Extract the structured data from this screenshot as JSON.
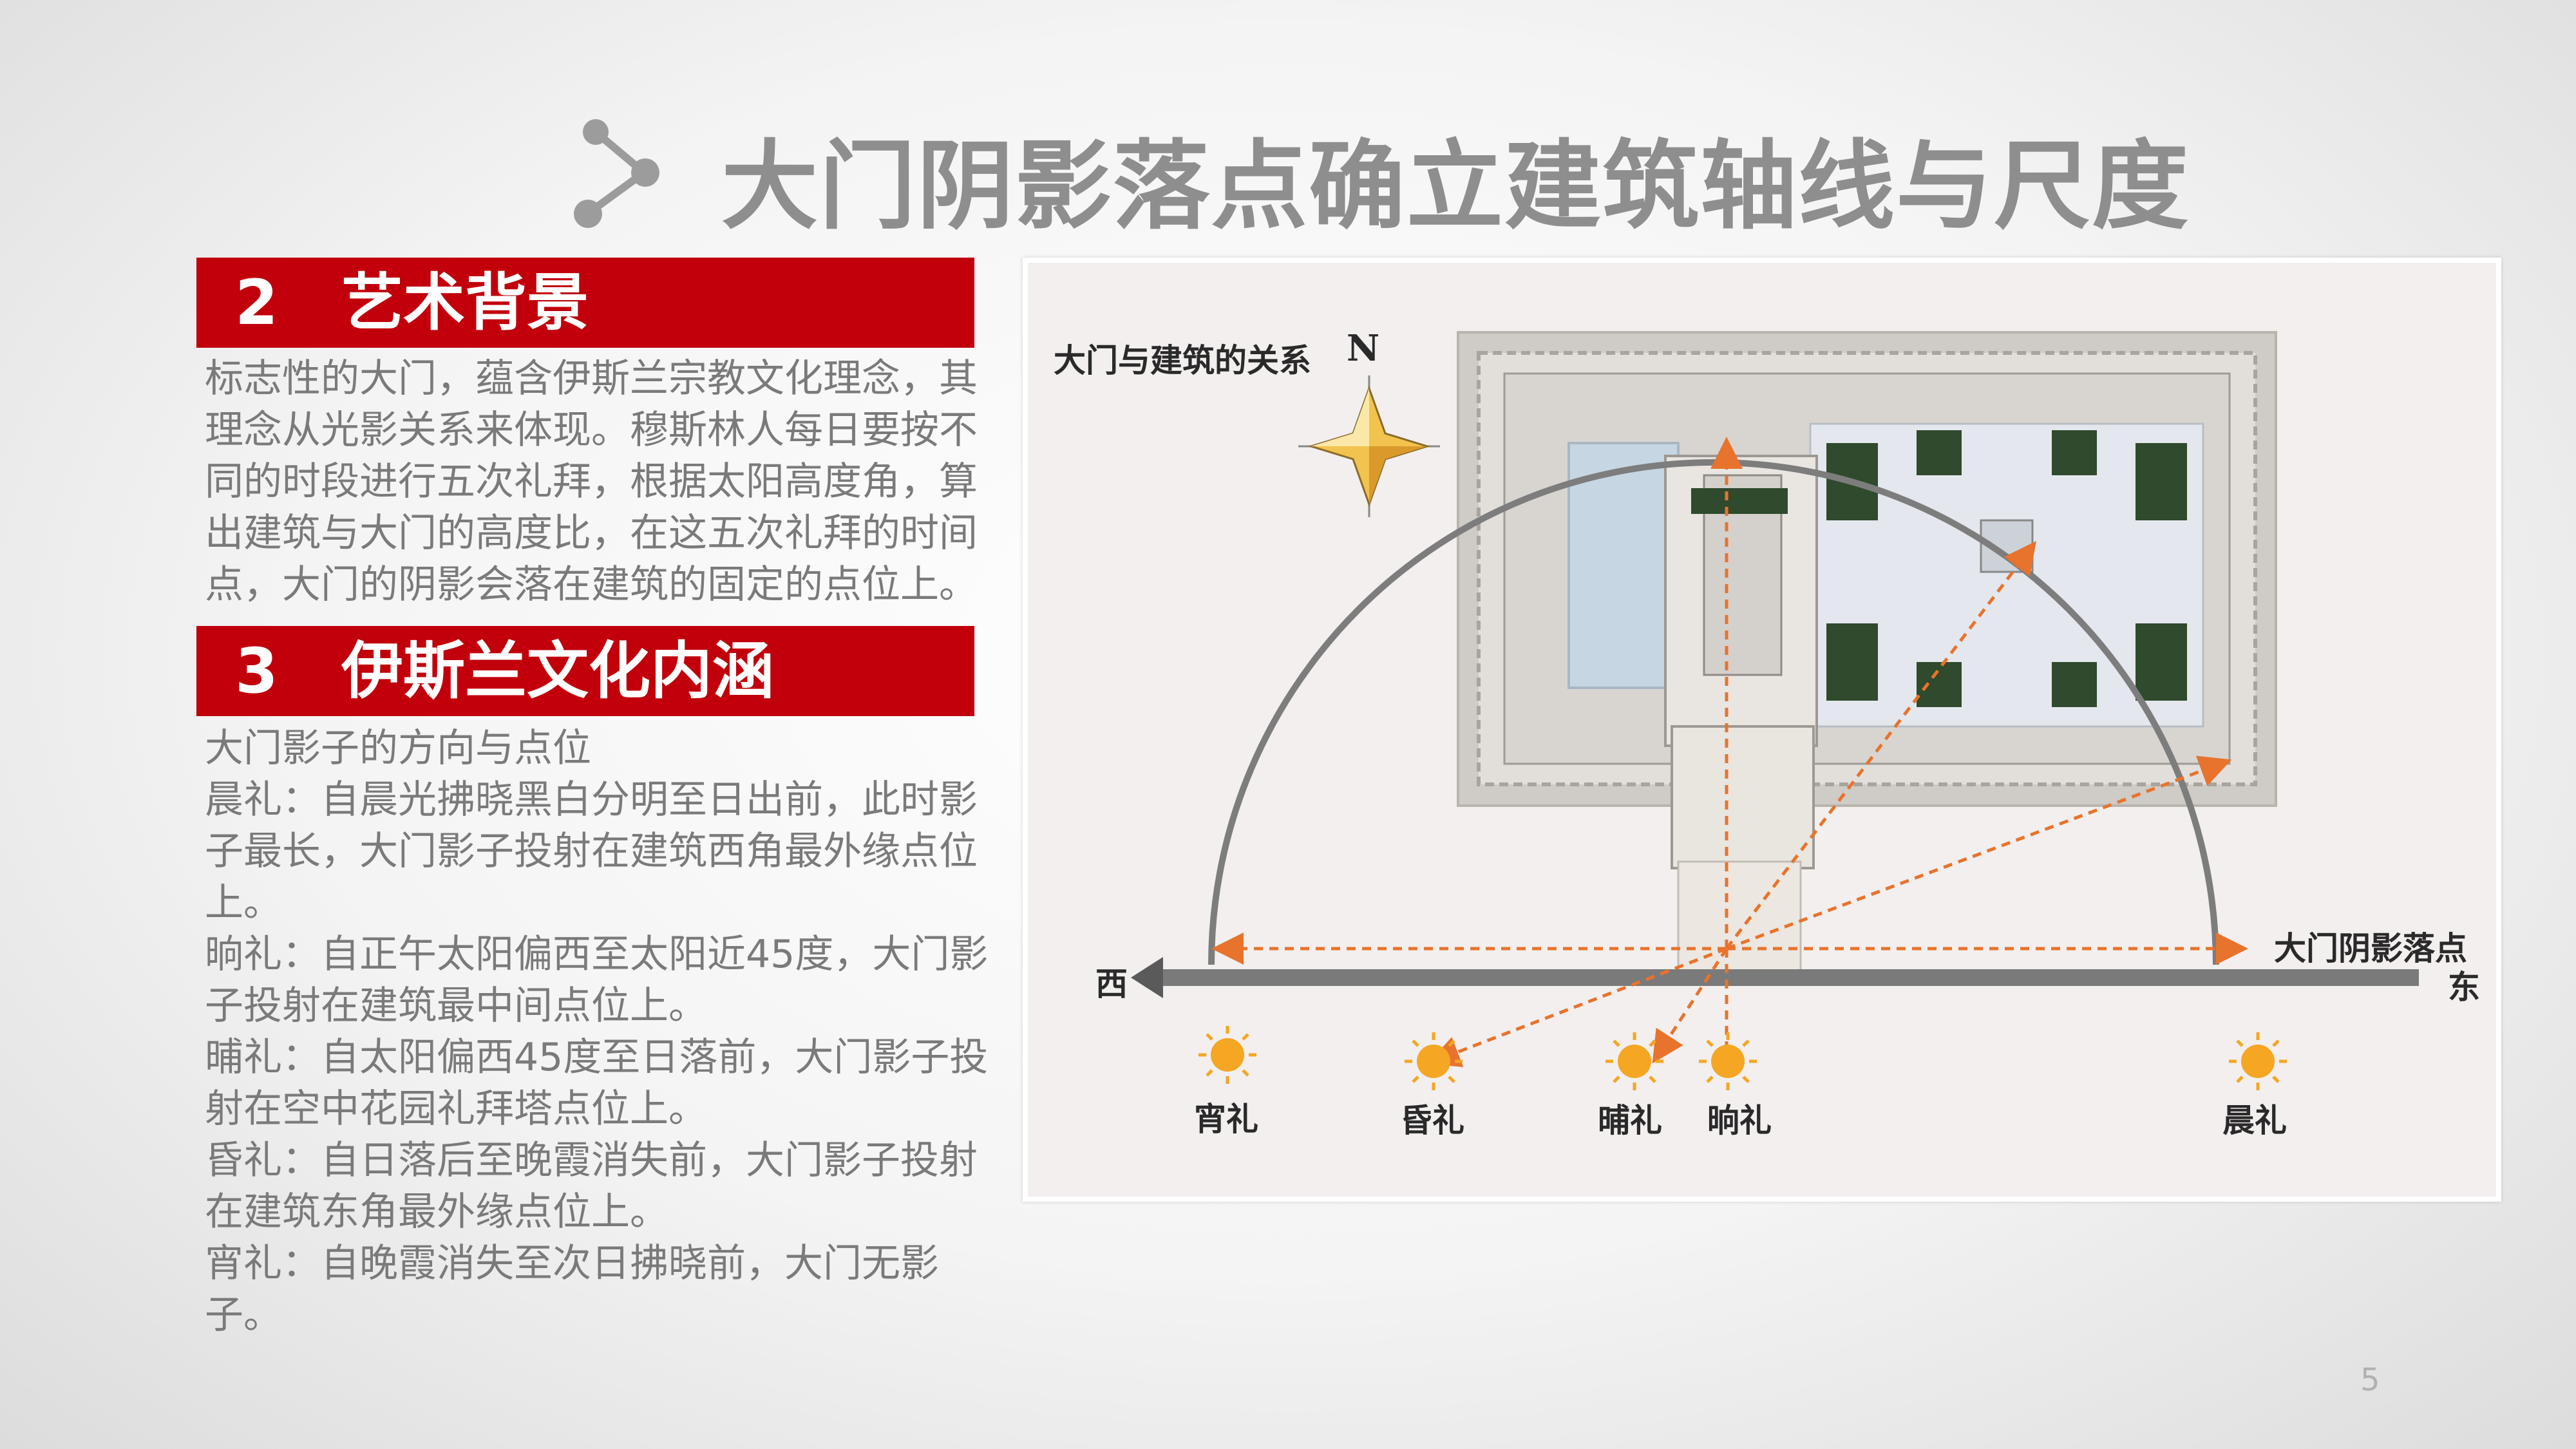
{
  "title": "大门阴影落点确立建筑轴线与尺度",
  "sections": [
    {
      "num": "2",
      "label": "艺术背景"
    },
    {
      "num": "3",
      "label": "伊斯兰文化内涵"
    }
  ],
  "para1": [
    "标志性的大门，蕴含伊斯兰宗教文化理念，其",
    "理念从光影关系来体现。穆斯林人每日要按不",
    "同的时段进行五次礼拜，根据太阳高度角，算",
    "出建筑与大门的高度比，在这五次礼拜的时间",
    "点，大门的阴影会落在建筑的固定的点位上。"
  ],
  "para2": [
    "大门影子的方向与点位",
    "晨礼：自晨光拂晓黑白分明至日出前，此时影",
    "子最长，大门影子投射在建筑西角最外缘点位",
    "上。",
    "晌礼：自正午太阳偏西至太阳近45度，大门影",
    "子投射在建筑最中间点位上。",
    "晡礼：自太阳偏西45度至日落前，大门影子投",
    "射在空中花园礼拜塔点位上。",
    "昏礼：自日落后至晚霞消失前，大门影子投射",
    "在建筑东角最外缘点位上。",
    "宵礼：自晚霞消失至次日拂晓前，大门无影子。"
  ],
  "figure": {
    "caption": "大门与建筑的关系",
    "north": "N",
    "west": "西",
    "east": "东",
    "shadow_point": "大门阴影落点",
    "suns": [
      "宵礼",
      "昏礼",
      "晡礼",
      "晌礼",
      "晨礼"
    ]
  },
  "page_number": "5",
  "colors": {
    "accent": "#c1000c",
    "arrow": "#e8732c",
    "sun": "#f5a623"
  },
  "icons": [
    "share-icon",
    "compass-rose-icon",
    "sun-icon"
  ]
}
